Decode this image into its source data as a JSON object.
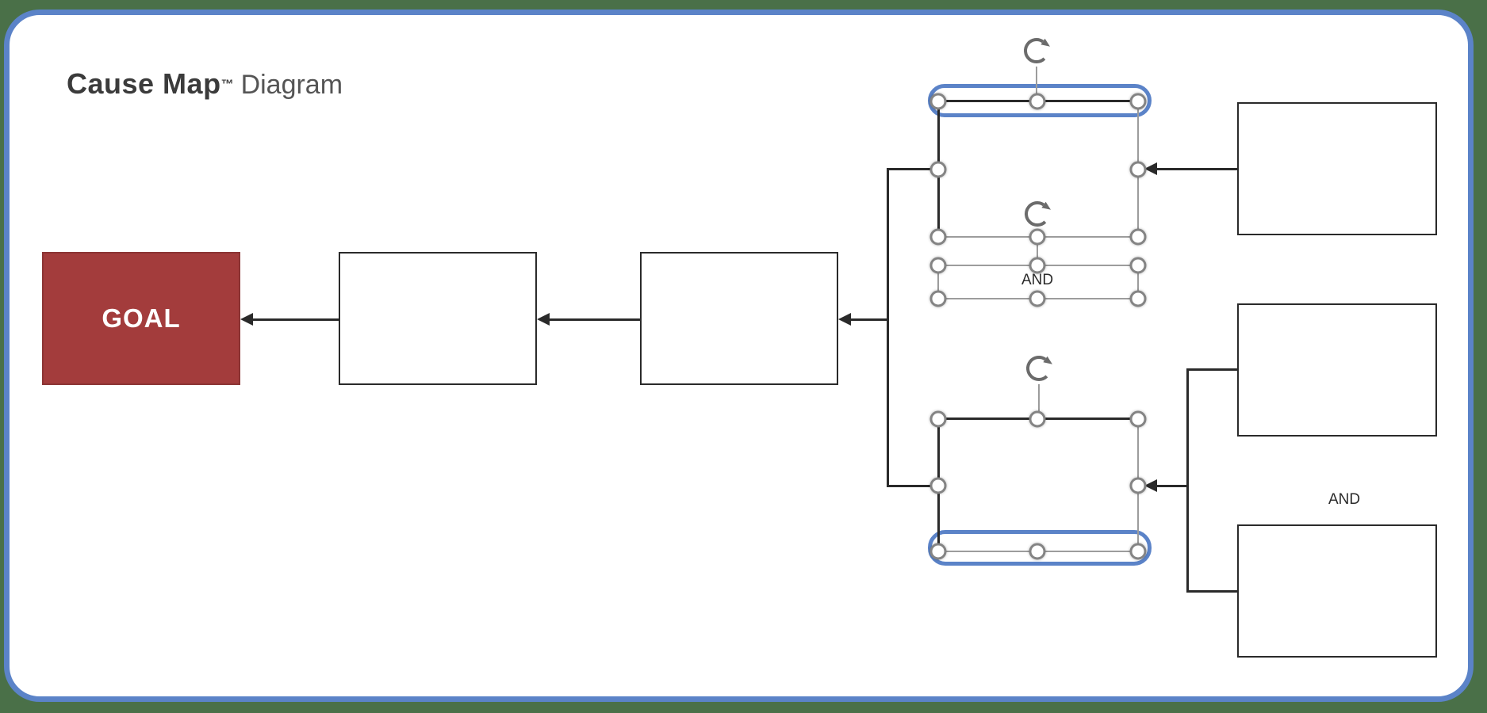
{
  "app": {
    "colors": {
      "background_green": "#4A7048",
      "selection_blue": "#5B83C8",
      "goal_fill": "#A33C3C",
      "goal_text": "#FFFFFF",
      "line_ink": "#2A2A2A",
      "selection_gray": "#9C9C9C",
      "handle_border": "#848484"
    }
  },
  "title": {
    "brand": "Cause Map",
    "trademark": "™",
    "suffix": "Diagram"
  },
  "nodes": {
    "goal": {
      "label": "GOAL"
    },
    "cause_1": {
      "label": ""
    },
    "cause_2": {
      "label": ""
    },
    "branch_cause_top": {
      "label": ""
    },
    "branch_cause_bottom": {
      "label": ""
    },
    "evidence_top": {
      "label": ""
    },
    "evidence_middle": {
      "label": ""
    },
    "evidence_bottom": {
      "label": ""
    }
  },
  "connectors": {
    "and_top_label": "AND",
    "and_right_label": "AND"
  },
  "selection": {
    "rotate_icon": "rotate-clockwise-icon"
  }
}
